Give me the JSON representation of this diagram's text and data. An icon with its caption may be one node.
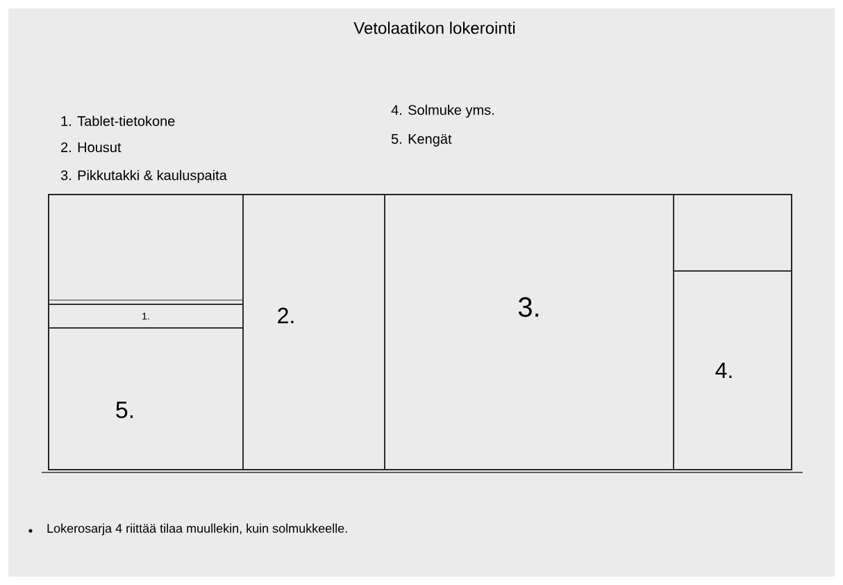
{
  "diagram": {
    "title": "Vetolaatikon lokerointi",
    "nodes": [
      {
        "text": [],
        "shape": "box"
      },
      {
        "text": [],
        "shape": "box",
        "in": 0
      },
      {
        "text": [
          "1."
        ],
        "in": 0
      },
      {
        "text": [
          "5."
        ],
        "in": 0
      },
      {
        "text": [
          "2."
        ],
        "in": 0
      },
      {
        "text": [
          "3."
        ],
        "in": 0
      },
      {
        "text": [],
        "shape": "box",
        "in": 0
      },
      {
        "text": [
          "4."
        ],
        "in": 0
      }
    ],
    "edges": [],
    "labels": [
      "1. Tablet-tietokone",
      "2. Housut",
      "3. Pikkutakki & kauluspaita",
      "4. Solmuke yms.",
      "5. Kengät",
      "Lokerosarja 4 riittää tilaa muullekin, kuin solmukkeelle."
    ]
  }
}
